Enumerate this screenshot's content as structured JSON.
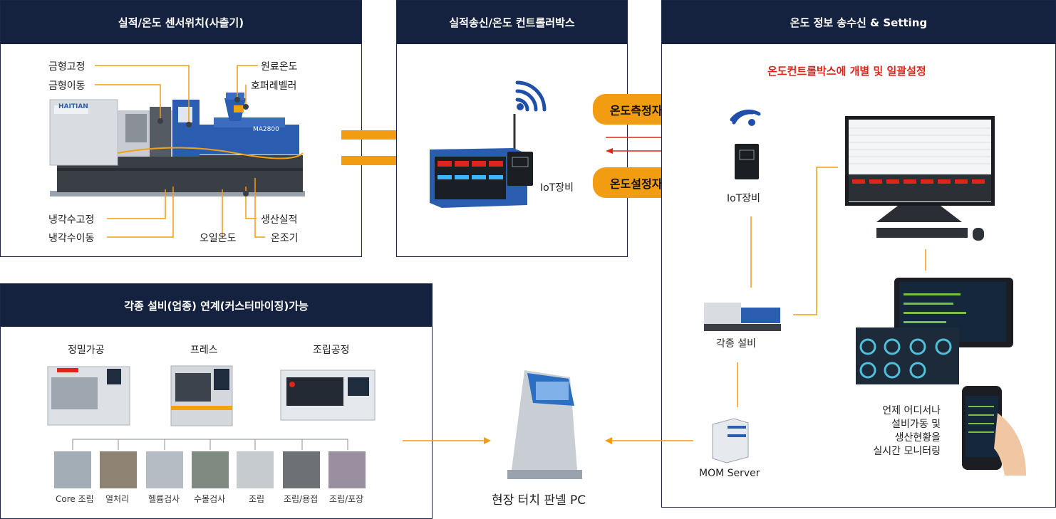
{
  "panels": {
    "sensor": {
      "title": "실적/온도 센서위치(사출기)"
    },
    "controller": {
      "title": "실적송신/온도 컨트롤러박스"
    },
    "setting": {
      "title": "온도 정보 송수신 & Setting"
    },
    "equipment": {
      "title": "각종 설비(업종) 연계(커스터마이징)가능"
    }
  },
  "sensor_labels": {
    "mold_fix": "금형고정",
    "mold_move": "금형이동",
    "material_temp": "원료온도",
    "hopper_pellet": "호퍼레벨러",
    "coolant_fix": "냉각수고정",
    "coolant_move": "냉각수이동",
    "oil_temp": "오일온도",
    "production": "생산실적",
    "temp_controller": "온조기"
  },
  "machine_brand": "HAITIAN",
  "machine_model": "MA2800",
  "controller": {
    "iot_label": "IoT장비"
  },
  "exchange": {
    "measure_pill": "온도측정자료",
    "setting_pill": "온도설정자료"
  },
  "setting": {
    "red_title": "온도컨트롤박스에 개별 및 일괄설정",
    "iot_label": "IoT장비",
    "equipment_label": "각종 설비",
    "server_label": "MOM Server",
    "mobile_text": [
      "언제 어디서나",
      "설비가동 및",
      "생산현황을",
      "실시간 모니터링"
    ]
  },
  "equipment": {
    "machines": [
      "정밀가공",
      "프레스",
      "조립공정"
    ],
    "processes": [
      "Core 조립",
      "열처리",
      "헬륨검사",
      "수몰검사",
      "조립",
      "조립/용접",
      "조립/포장"
    ]
  },
  "kiosk_label": "현장 터치 판넬 PC",
  "colors": {
    "navy": "#15223f",
    "orange": "#f29c11",
    "red": "#e2231a",
    "blue_machine": "#2a5db0",
    "wifi_blue": "#1f4fa8"
  }
}
